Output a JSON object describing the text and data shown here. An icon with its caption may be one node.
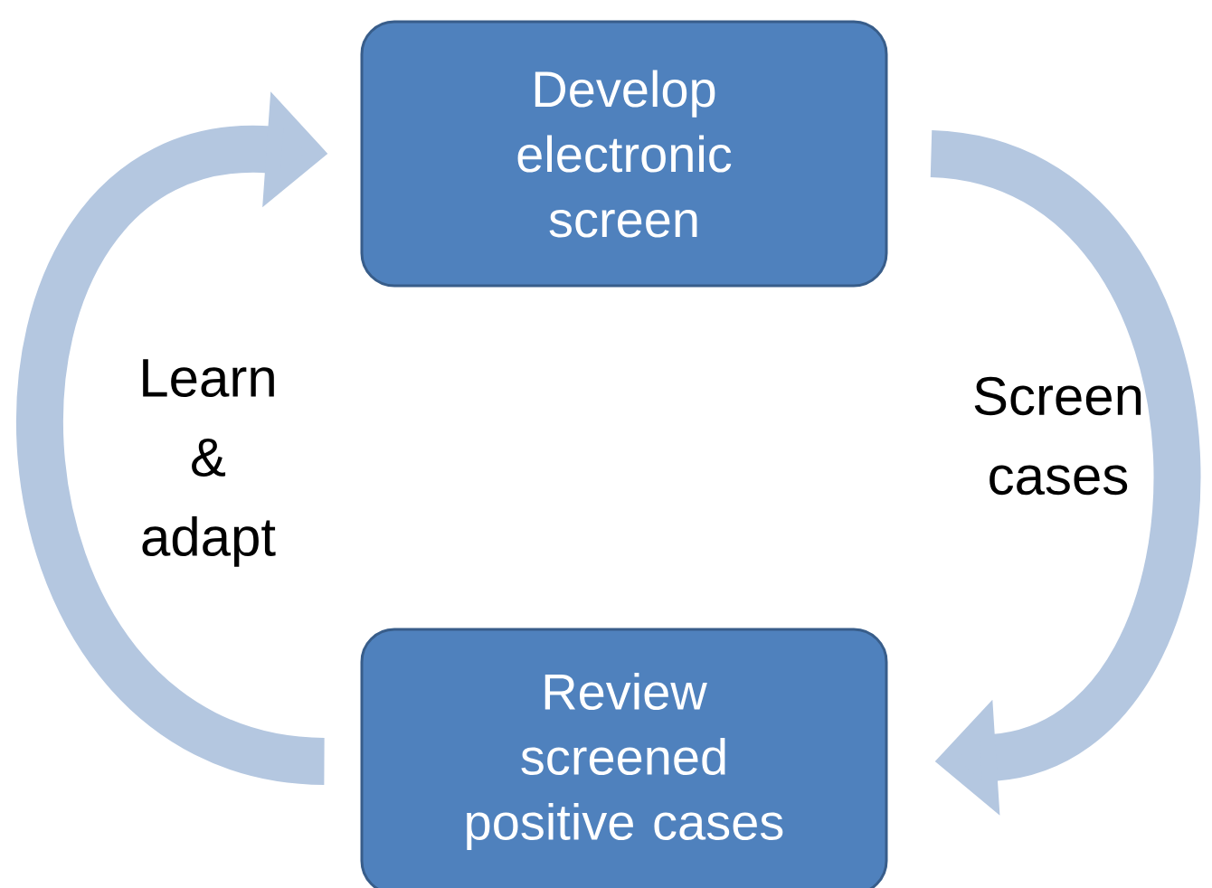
{
  "diagram": {
    "nodes": [
      {
        "text": [
          "Develop electronic screen"
        ]
      },
      {
        "text": [
          "Review screened positive cases"
        ]
      }
    ],
    "edges": [
      {
        "from": 0,
        "to": 1,
        "arrow": "to",
        "label": "Screen cases"
      },
      {
        "from": 1,
        "to": 0,
        "arrow": "to",
        "label": "Learn & adapt"
      }
    ]
  }
}
